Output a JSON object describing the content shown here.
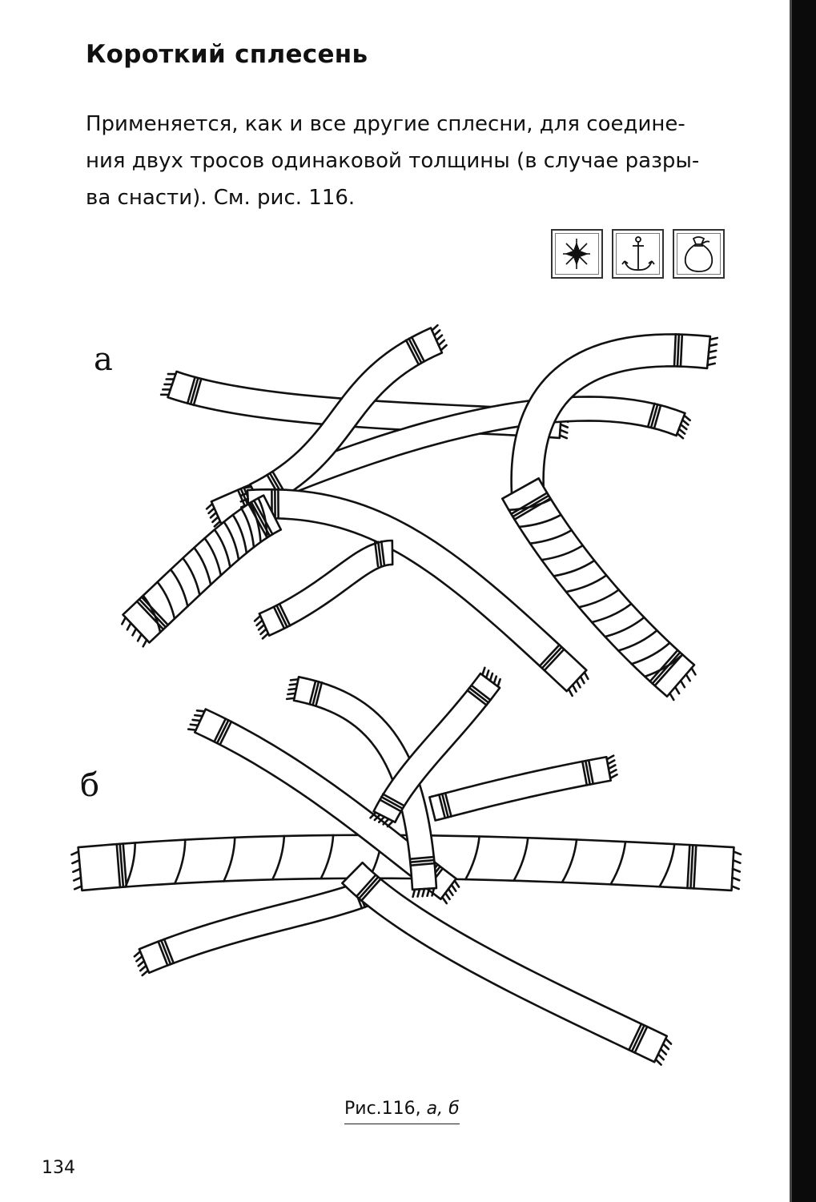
{
  "heading": "Короткий сплесень",
  "paragraph": "Применяется, как и все другие сплесни, для соедине-ния двух тросов одинаковой толщины (в случае разры-ва снасти). См. рис. 116.",
  "paragraph_lines": [
    "Применяется, как и все другие сплесни, для соедине-",
    "ния двух тросов одинаковой толщины (в случае разры-",
    "ва снасти). См. рис. 116."
  ],
  "icons": [
    "star-icon",
    "anchor-icon",
    "sack-icon"
  ],
  "figure": {
    "label_a": "а",
    "label_b": "б"
  },
  "caption": {
    "prefix": "Рис.116, ",
    "letters": "а, б"
  },
  "page_number": "134"
}
